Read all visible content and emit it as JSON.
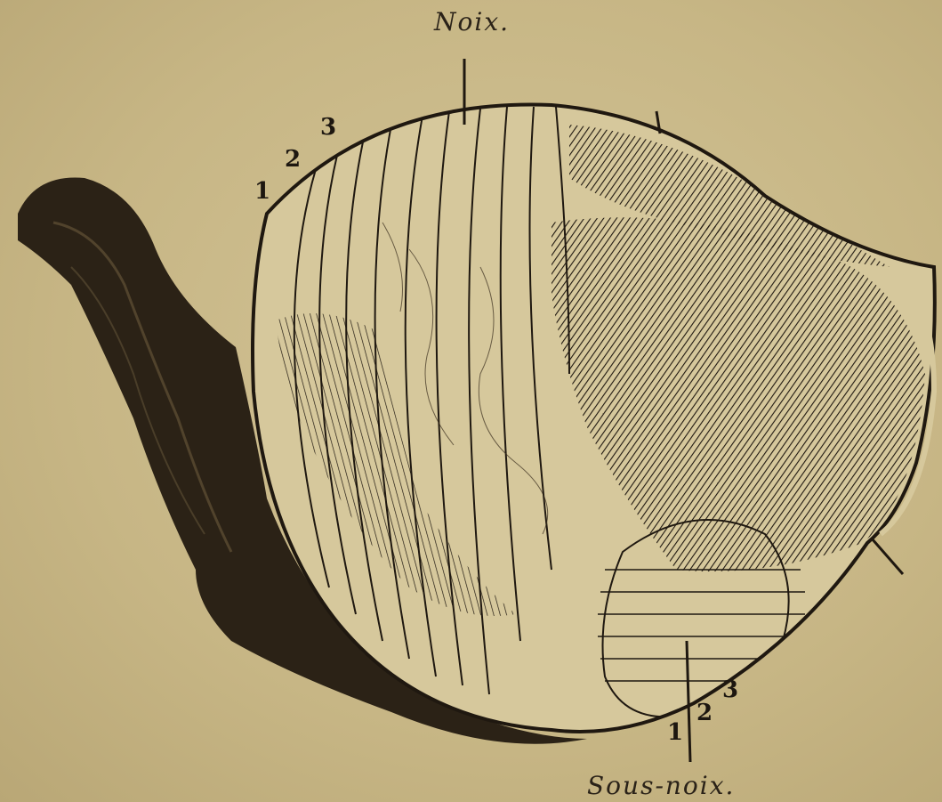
{
  "figure": {
    "label_top": "Noix.",
    "label_bottom": "Sous-noix.",
    "top_numbers": [
      "1",
      "2",
      "3"
    ],
    "bottom_numbers": [
      "1",
      "2",
      "3"
    ],
    "colors": {
      "paper": "#c9b98a",
      "ink": "#1f1810",
      "flesh": "#d8cba0"
    }
  }
}
